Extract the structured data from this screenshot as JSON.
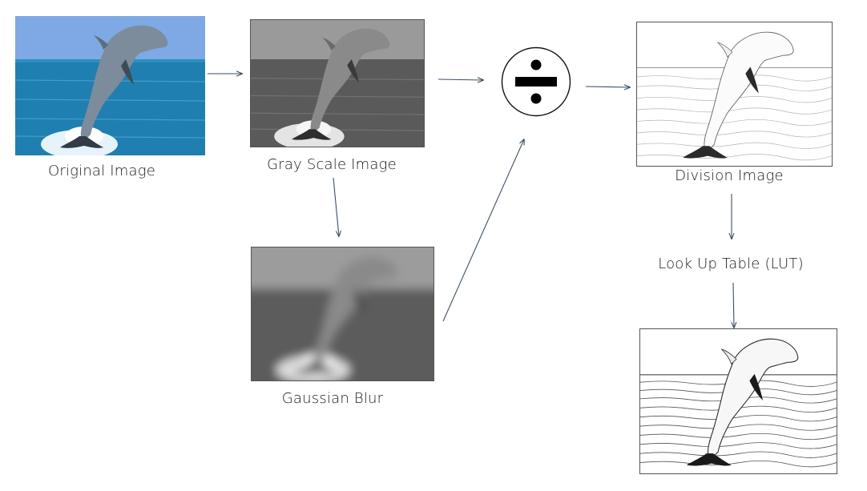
{
  "labels": {
    "original": "Original Image",
    "grayscale": "Gray Scale Image",
    "blur": "Gaussian Blur",
    "division": "Division Image",
    "lut": "Look Up Table (LUT)"
  },
  "operator": {
    "icon": "division-sign-icon"
  },
  "colors": {
    "arrow": "#3d4f63",
    "sky": "#7ea9e4",
    "sea": "#1f7fb0"
  }
}
